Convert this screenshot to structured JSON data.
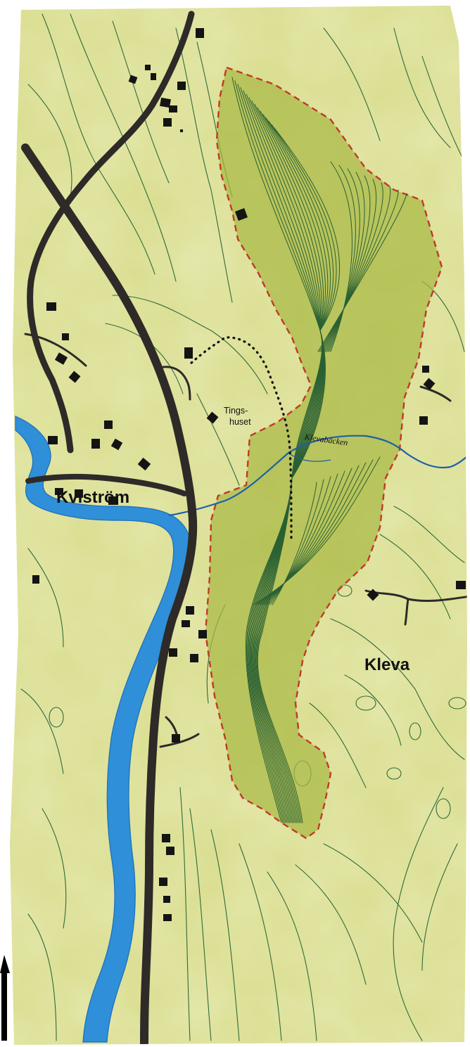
{
  "labels": {
    "village_west": "Kviström",
    "village_east": "Kleva",
    "building_line1": "Tings-",
    "building_line2": "huset",
    "stream": "Klevabäcken"
  },
  "colors": {
    "paper": "#ffffff",
    "terrain": "#d9dd8e",
    "terrain_light": "#e6e8ad",
    "reserve_fill": "#a9b944",
    "reserve_border": "#c0392b",
    "river": "#2f8fd8",
    "road": "#2e2a28",
    "contour": "#2f6b3a",
    "building": "#141414",
    "trail": "#111111"
  },
  "icons": {
    "north_arrow": "north-arrow-icon"
  }
}
